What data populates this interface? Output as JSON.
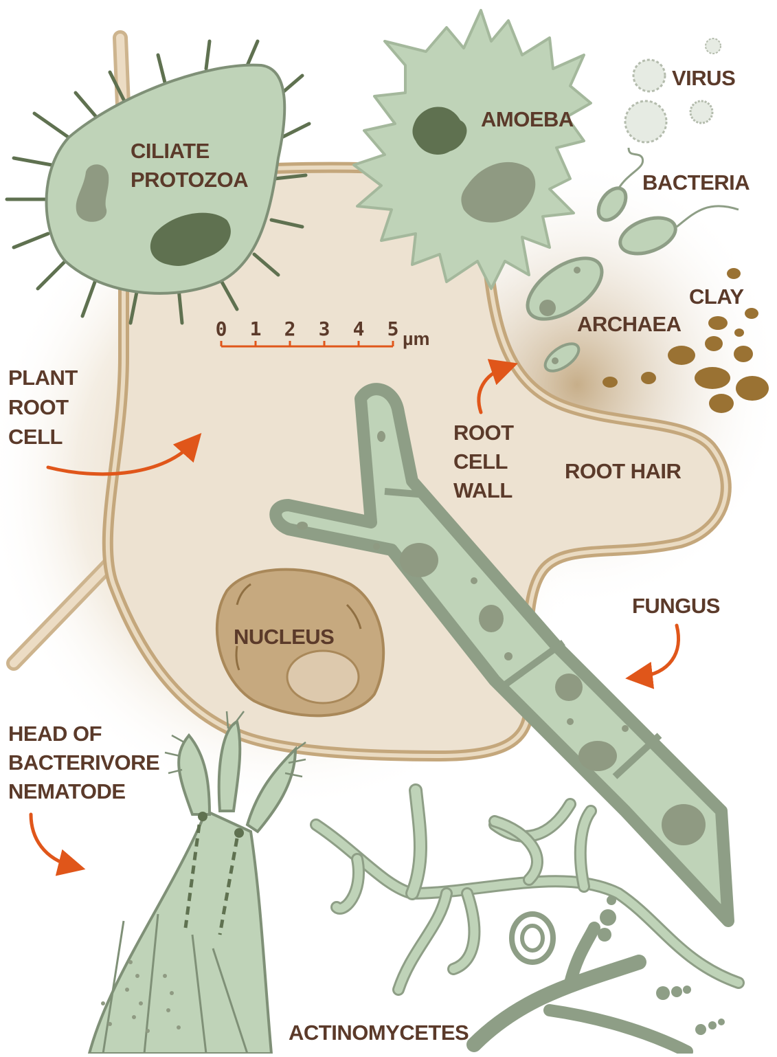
{
  "labels": {
    "ciliate_protozoa": [
      "CILIATE",
      "PROTOZOA"
    ],
    "amoeba": "AMOEBA",
    "virus": "VIRUS",
    "bacteria": "BACTERIA",
    "clay": "CLAY",
    "archaea": "ARCHAEA",
    "plant_root_cell": [
      "PLANT",
      "ROOT",
      "CELL"
    ],
    "root_cell_wall": [
      "ROOT",
      "CELL",
      "WALL"
    ],
    "root_hair": "ROOT HAIR",
    "fungus": "FUNGUS",
    "nucleus": "NUCLEUS",
    "nematode": [
      "HEAD OF",
      "BACTERIVORE",
      "NEMATODE"
    ],
    "actinomycetes": "ACTINOMYCETES"
  },
  "scale_bar": {
    "ticks": [
      "0",
      "1",
      "2",
      "3",
      "4",
      "5"
    ],
    "unit": "µm"
  },
  "colors": {
    "label_text": "#5b3a2a",
    "arrow": "#e0561a",
    "cell_fill": "#ede2d1",
    "cell_wall": "#cdb48e",
    "organism_fill": "#bfd3b8",
    "organism_outline": "#8e9e86",
    "organelle_dark": "#5f7150",
    "nucleus_fill": "#c6a97f",
    "clay": "#9a7233"
  }
}
